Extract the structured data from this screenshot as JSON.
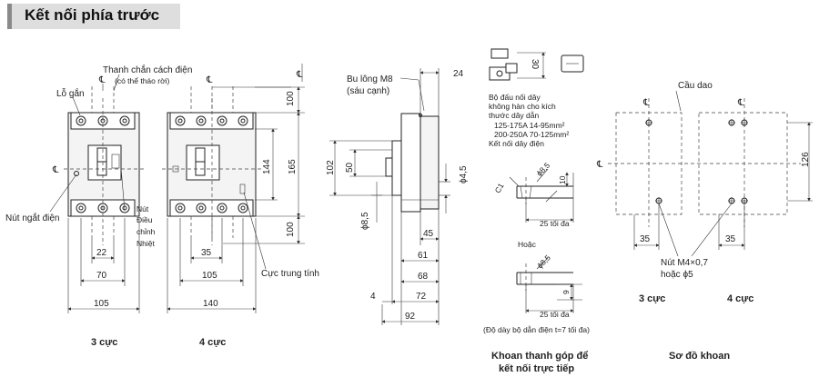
{
  "title": "Kết nối phía trước",
  "three_pole": {
    "caption": "3 cực",
    "label_barrier": "Thanh chắn cách điện",
    "label_barrier_note": "(có thể tháo rời)",
    "label_mounting_hole": "Lỗ gắn",
    "label_trip_button": "Nút ngắt điện",
    "label_thermal_knob_1": "Nút",
    "label_thermal_knob_2": "Điều",
    "label_thermal_knob_3": "chỉnh",
    "label_thermal_knob_4": "Nhiệt",
    "dim_22": "22",
    "dim_70": "70",
    "dim_105": "105"
  },
  "four_pole": {
    "caption": "4 cực",
    "label_neutral_pole": "Cực trung tính",
    "dim_35": "35",
    "dim_105": "105",
    "dim_140": "140",
    "dim_100_top": "100",
    "dim_144": "144",
    "dim_165": "165",
    "dim_100_bottom": "100"
  },
  "side_view": {
    "label_bolt": "Bu lông M8",
    "label_bolt_note": "(sáu cạnh)",
    "dim_24": "24",
    "dim_102": "102",
    "dim_50": "50",
    "dim_phi_4_5": "ϕ4,5",
    "dim_phi_8_5": "ϕ8,5",
    "dim_45": "45",
    "dim_61": "61",
    "dim_68": "68",
    "dim_4": "4",
    "dim_72": "72",
    "dim_92": "92"
  },
  "busbar": {
    "caption_1": "Khoan thanh góp để",
    "caption_2": "kết nối trực tiếp",
    "dim_30": "30",
    "note_1": "Bộ đấu nối dây",
    "note_2": "không hàn cho kích",
    "note_3": "thước dây dẫn",
    "note_4": "125-175A 14-95mm²",
    "note_5": "200-250A 70-125mm²",
    "note_6": "Kết nối dây điện",
    "dim_phi_8_5_a": "ϕ8,5",
    "dim_c1": "C1",
    "dim_10": "10",
    "dim_25_max_a": "25 tối đa",
    "label_or": "Hoặc",
    "dim_phi_8_5_b": "ϕ8,5",
    "dim_9": "9",
    "dim_25_max_b": "25 tối đa",
    "thickness_note": "(Độ dày bộ dẫn điện t=7 tối đa)"
  },
  "drilling": {
    "caption": "Sơ đồ khoan",
    "label_breaker": "Cầu dao",
    "dim_126": "126",
    "dim_35_a": "35",
    "dim_35_b": "35",
    "label_screw_1": "Nút M4×0,7",
    "label_screw_2": "hoặc ϕ5",
    "caption_3p": "3 cực",
    "caption_4p": "4 cực"
  },
  "centerline_symbol": "℄"
}
